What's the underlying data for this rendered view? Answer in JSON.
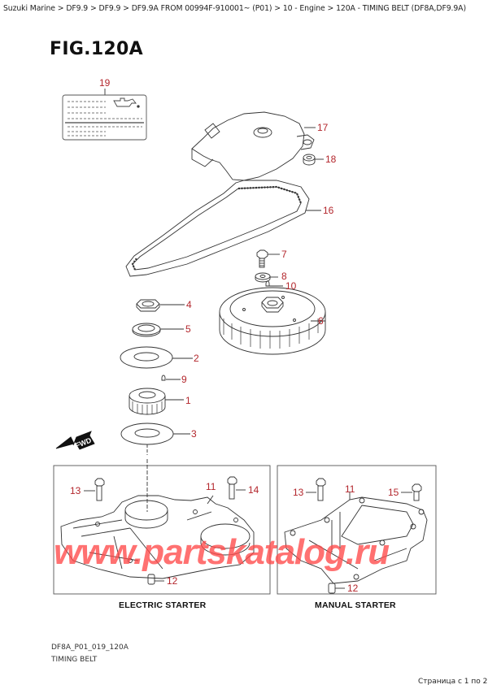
{
  "breadcrumb": {
    "items": [
      "Suzuki Marine",
      "DF9.9",
      "DF9.9",
      "DF9.9A FROM 00994F-910001~  (P01)",
      "10 - Engine",
      "120A - TIMING BELT (DF8A,DF9.9A)"
    ],
    "separator": ">",
    "text": "Suzuki Marine > DF9.9 > DF9.9 > DF9.9A FROM 00994F-910001~  (P01) > 10 - Engine > 120A - TIMING BELT (DF8A,DF9.9A)"
  },
  "figure": {
    "title": "FIG.120A",
    "callout_color": "#b3262c",
    "callouts": {
      "c19": "19",
      "c17": "17",
      "c18": "18",
      "c16": "16",
      "c7": "7",
      "c8": "8",
      "c10": "10",
      "c4": "4",
      "c5": "5",
      "c6": "6",
      "c2": "2",
      "c9": "9",
      "c1": "1",
      "c3": "3",
      "e13": "13",
      "e11": "11",
      "e14": "14",
      "e12": "12",
      "m13": "13",
      "m11": "11",
      "m15": "15",
      "m12": "12"
    },
    "fwd_label": "FWD",
    "sections": {
      "electric": "ELECTRIC STARTER",
      "manual": "MANUAL STARTER"
    }
  },
  "watermark": {
    "text": "www.partskatalog.ru",
    "color": "#ff4a4a"
  },
  "footer": {
    "code": "DF8A_P01_019_120A",
    "name": "TIMING BELT"
  },
  "pager": {
    "text": "Страница с 1 по 2"
  }
}
